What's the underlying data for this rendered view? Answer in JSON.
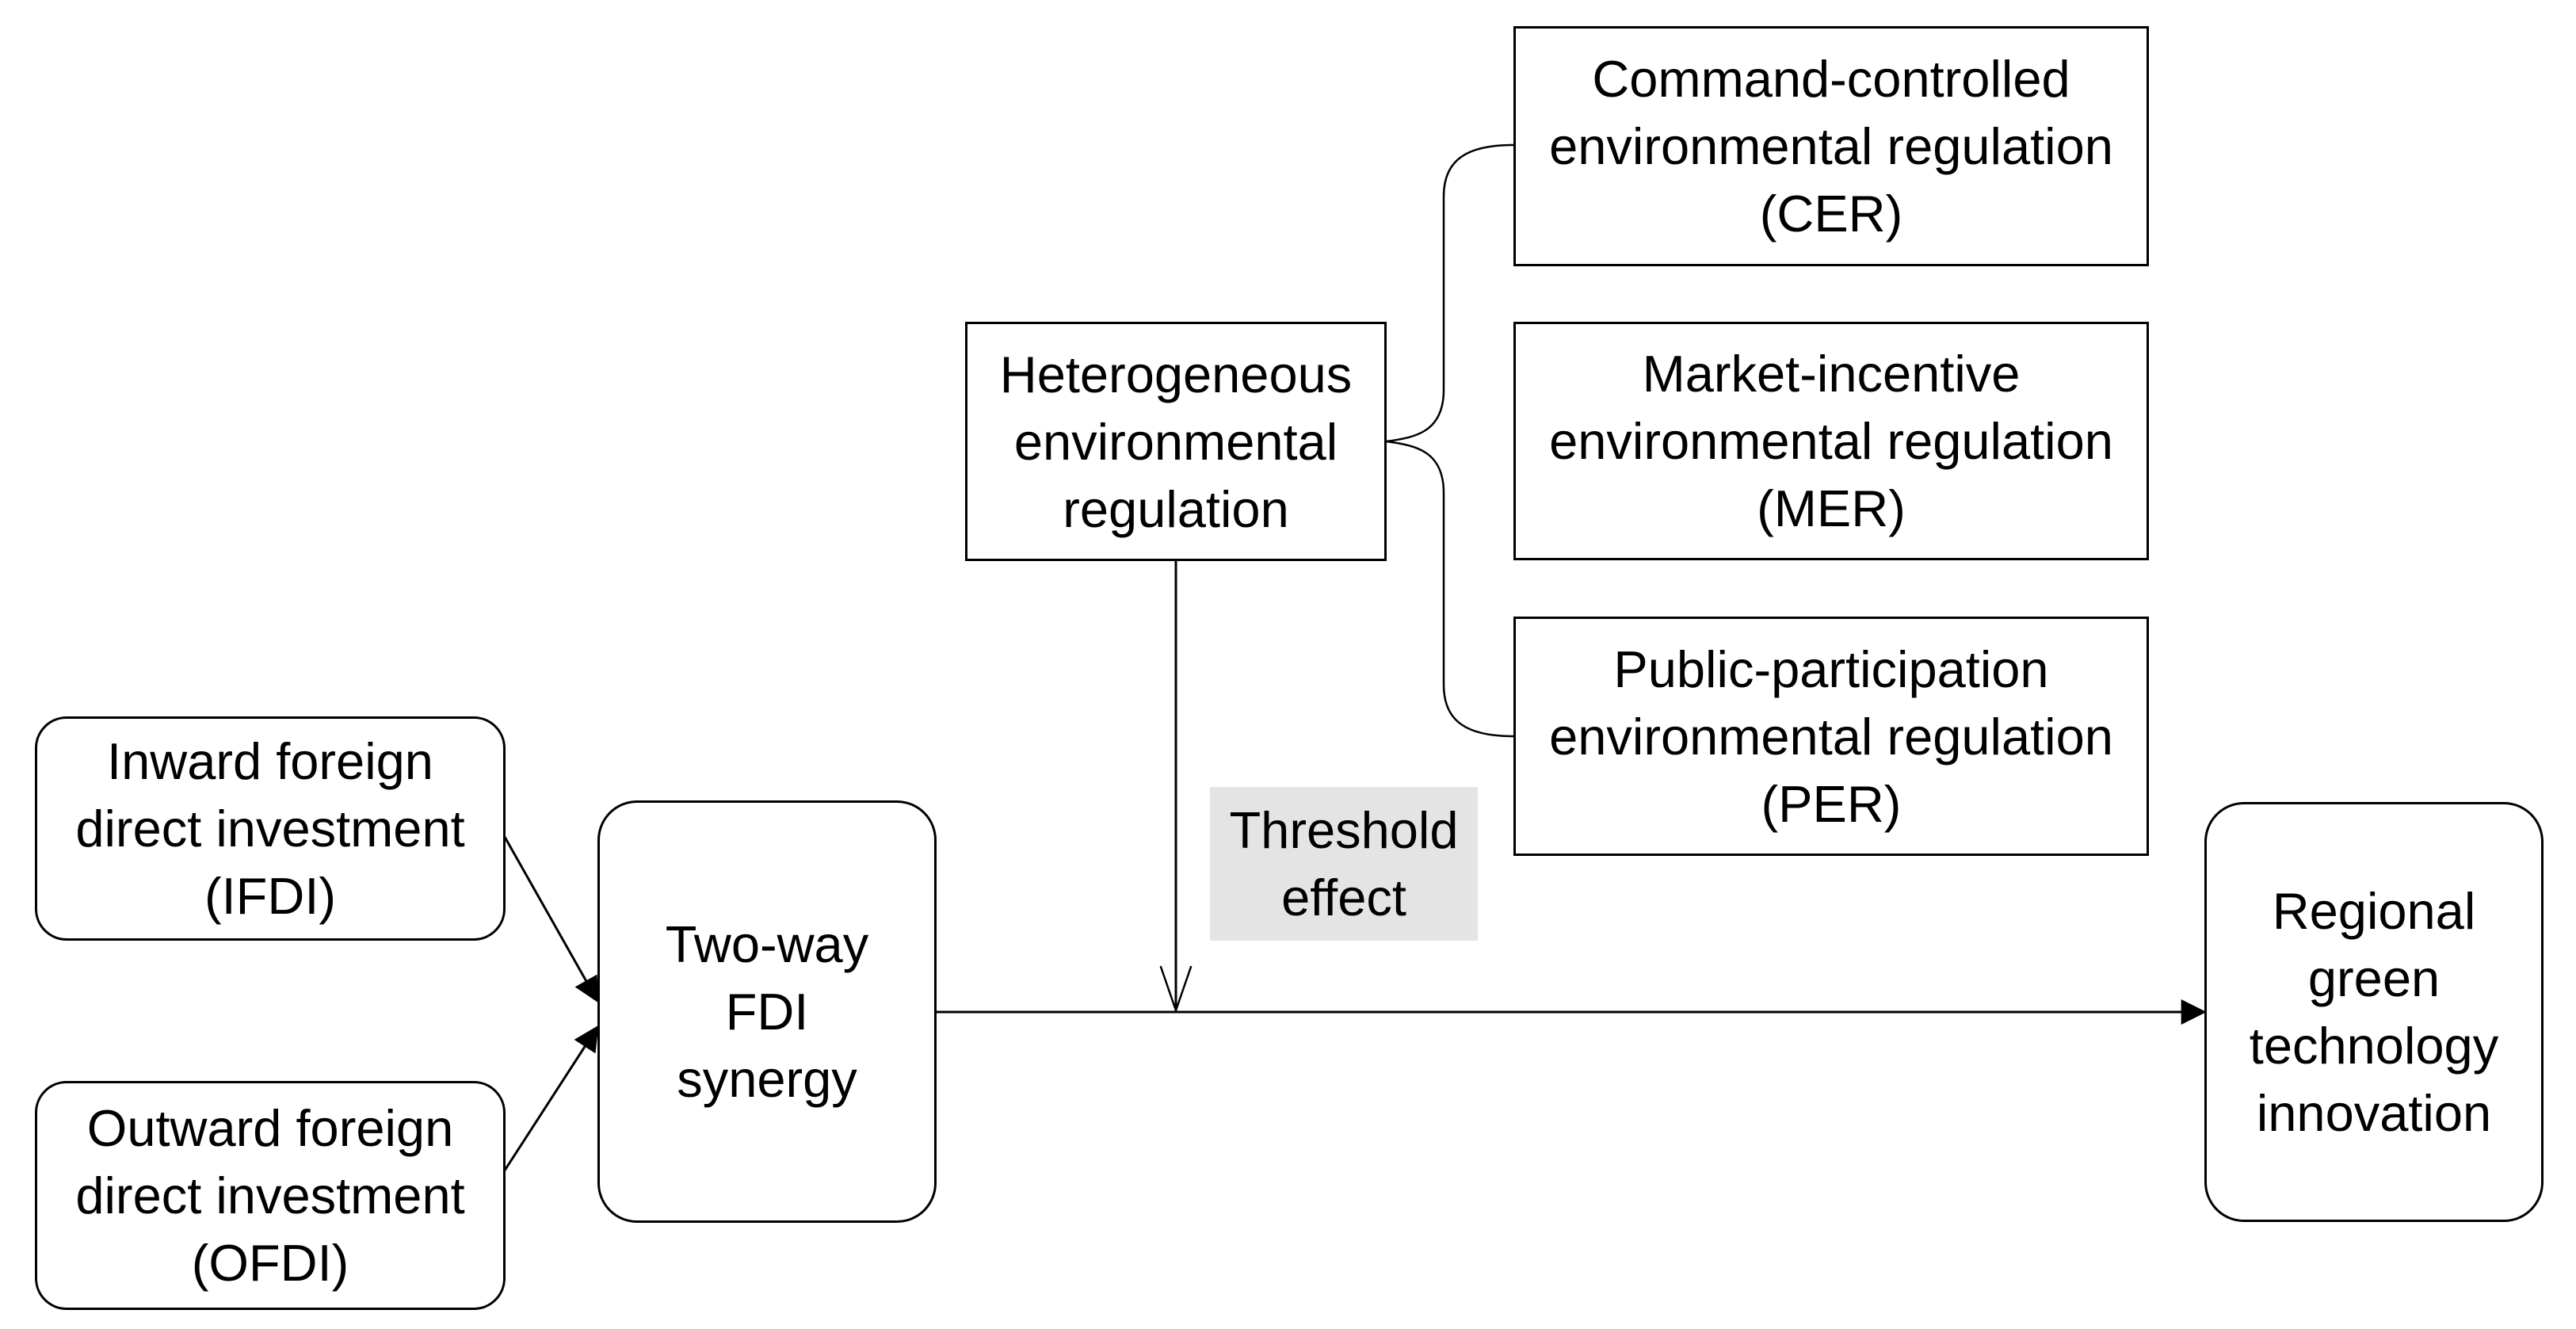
{
  "diagram": {
    "title_present": false,
    "colors": {
      "background": "#ffffff",
      "line": "#000000",
      "text": "#000000",
      "threshold_label_bg": "#e4e4e4"
    },
    "nodes": {
      "ifdi": {
        "shape": "rounded-rect",
        "lines": [
          "Inward foreign",
          "direct investment",
          "(IFDI)"
        ]
      },
      "ofdi": {
        "shape": "rounded-rect",
        "lines": [
          "Outward foreign",
          "direct investment",
          "(OFDI)"
        ]
      },
      "synergy": {
        "shape": "rounded-rect",
        "lines": [
          "Two-way",
          "FDI",
          "synergy"
        ]
      },
      "heterogeneous": {
        "shape": "rect",
        "lines": [
          "Heterogeneous",
          "environmental",
          "regulation"
        ]
      },
      "cer": {
        "shape": "rect",
        "lines": [
          "Command-controlled",
          "environmental regulation",
          "(CER)"
        ]
      },
      "mer": {
        "shape": "rect",
        "lines": [
          "Market-incentive",
          "environmental regulation",
          "(MER)"
        ]
      },
      "per": {
        "shape": "rect",
        "lines": [
          "Public-participation",
          "environmental regulation",
          "(PER)"
        ]
      },
      "regional": {
        "shape": "rounded-rect",
        "lines": [
          "Regional",
          "green",
          "technology",
          "innovation"
        ]
      },
      "threshold_label": {
        "shape": "filled-label",
        "lines": [
          "Threshold",
          "effect"
        ]
      }
    },
    "edges": [
      {
        "from": "ifdi",
        "to": "synergy",
        "style": "solid-arrow"
      },
      {
        "from": "ofdi",
        "to": "synergy",
        "style": "solid-arrow"
      },
      {
        "from": "synergy",
        "to": "regional",
        "style": "solid-arrow"
      },
      {
        "from": "heterogeneous",
        "to": "synergy-regional-arrow",
        "style": "open-arrow",
        "meaning": "moderation / threshold effect"
      },
      {
        "from": "heterogeneous",
        "to": "cer",
        "style": "brace-curve"
      },
      {
        "from": "heterogeneous",
        "to": "per",
        "style": "brace-curve"
      }
    ]
  }
}
